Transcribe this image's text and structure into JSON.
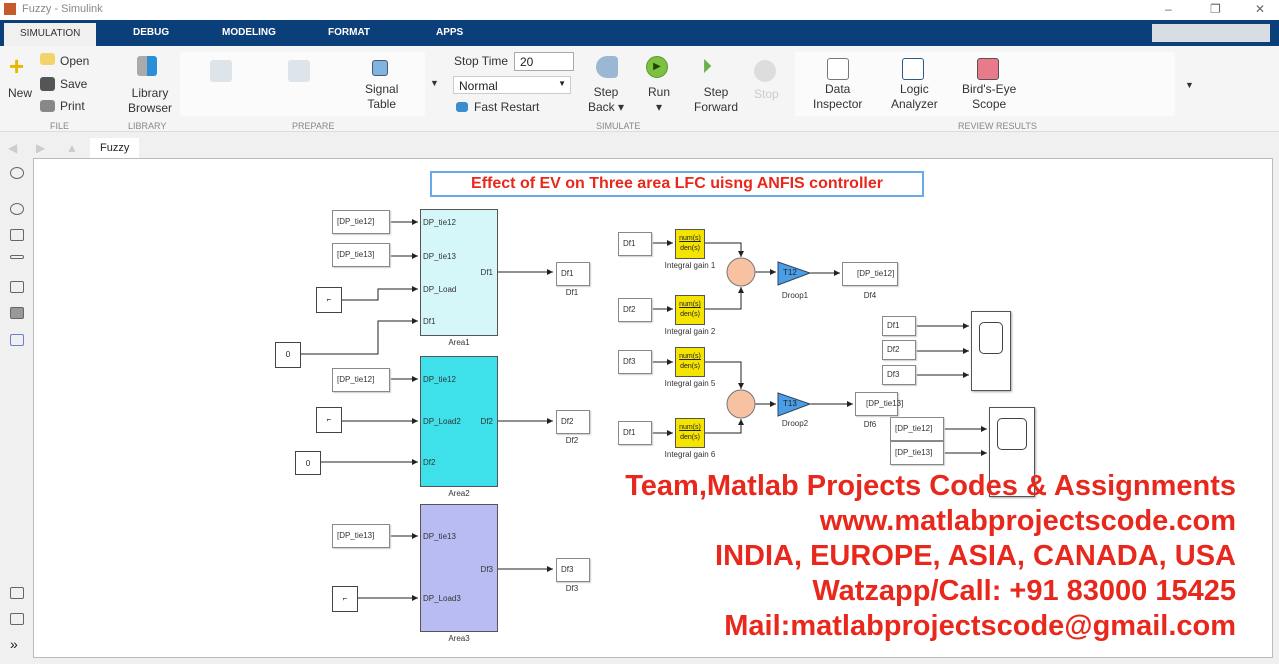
{
  "window": {
    "title": "Fuzzy - Simulink"
  },
  "tabs": [
    "SIMULATION",
    "DEBUG",
    "MODELING",
    "FORMAT",
    "APPS"
  ],
  "ribbon": {
    "file": {
      "new": "New",
      "open": "Open",
      "save": "Save",
      "print": "Print",
      "section": "FILE"
    },
    "library": {
      "browser1": "Library",
      "browser2": "Browser",
      "section": "LIBRARY"
    },
    "prepare": {
      "signal1": "Signal",
      "signal2": "Table",
      "section": "PREPARE"
    },
    "simulate": {
      "stop_time_label": "Stop Time",
      "stop_time": "20",
      "mode": "Normal",
      "fast_restart": "Fast Restart",
      "step_back1": "Step",
      "step_back2": "Back",
      "run": "Run",
      "step_fwd1": "Step",
      "step_fwd2": "Forward",
      "stop": "Stop",
      "section": "SIMULATE"
    },
    "review": {
      "di1": "Data",
      "di2": "Inspector",
      "la1": "Logic",
      "la2": "Analyzer",
      "be1": "Bird's-Eye",
      "be2": "Scope",
      "section": "REVIEW RESULTS"
    }
  },
  "breadcrumb": "Fuzzy",
  "diagram": {
    "title": "Effect of EV on Three area LFC uisng ANFIS controller",
    "area1": {
      "name": "Area1",
      "in": [
        "DP_tie12",
        "DP_tie13",
        "DP_Load",
        "Df1"
      ],
      "out": "Df1"
    },
    "area2": {
      "name": "Area2",
      "in": [
        "DP_tie12",
        "DP_Load2",
        "Df2"
      ],
      "out": "Df2"
    },
    "area3": {
      "name": "Area3",
      "in": [
        "DP_tie13",
        "DP_Load3"
      ],
      "out": "Df3"
    },
    "tags": {
      "tie12": "[DP_tie12]",
      "tie13": "[DP_tie13]",
      "df1": "Df1",
      "df2": "Df2",
      "df3": "Df3",
      "df4": "Df4",
      "df6": "Df6",
      "tie13g": "[DP_tie13]"
    },
    "const": "0",
    "tf": {
      "num": "num(s)",
      "den": "den(s)"
    },
    "gains": [
      "Integral gain 1",
      "Integral gain 2",
      "Integral gain 5",
      "Integral gain 6"
    ],
    "droops": [
      {
        "value": "T12",
        "label": "Droop1"
      },
      {
        "value": "T13",
        "label": "Droop2"
      }
    ]
  },
  "watermark": [
    "Team,Matlab Projects Codes & Assignments",
    "www.matlabprojectscode.com",
    "INDIA, EUROPE, ASIA, CANADA, USA",
    "Watzapp/Call: +91 83000 15425",
    "Mail:matlabprojectscode@gmail.com"
  ]
}
